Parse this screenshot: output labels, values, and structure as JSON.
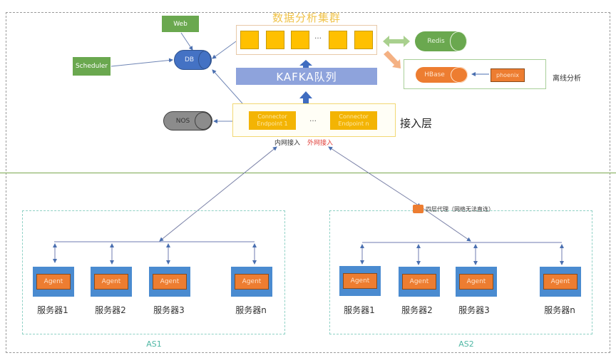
{
  "top": {
    "cluster_title": "数据分析集群",
    "cluster_ellipsis": "…",
    "kafka_label": "KAFKA队列",
    "web_label": "Web",
    "scheduler_label": "Scheduler",
    "db_label": "DB",
    "nos_label": "NOS",
    "redis_label": "Redis",
    "hbase_label": "HBase",
    "phoenix_label": "phoenix",
    "offline_label": "离线分析",
    "access_layer_label": "接入层",
    "connectors": [
      {
        "line1": "Connector",
        "line2": "Endpoint  1"
      },
      {
        "line1": "Connector",
        "line2": "Endpoint n"
      }
    ],
    "connector_ellipsis": "…",
    "intranet_label": "内网接入",
    "extranet_label": "外网接入"
  },
  "bottom": {
    "proxy_label": "四层代理（网络无法直连）",
    "as_groups": [
      {
        "label": "AS1",
        "servers": [
          {
            "agent": "Agent",
            "name": "服务器1"
          },
          {
            "agent": "Agent",
            "name": "服务器2"
          },
          {
            "agent": "Agent",
            "name": "服务器3"
          },
          {
            "agent": "Agent",
            "name": "服务器n"
          }
        ]
      },
      {
        "label": "AS2",
        "servers": [
          {
            "agent": "Agent",
            "name": "服务器1"
          },
          {
            "agent": "Agent",
            "name": "服务器2"
          },
          {
            "agent": "Agent",
            "name": "服务器3"
          },
          {
            "agent": "Agent",
            "name": "服务器n"
          }
        ]
      }
    ]
  },
  "colors": {
    "green": "#6aa84f",
    "blue_db": "#4472c4",
    "orange": "#ed7d31",
    "yellow": "#ffc000",
    "kafka": "#8ea3dc",
    "server_blue": "#4a8bd0",
    "extranet_red": "#e0403a"
  }
}
